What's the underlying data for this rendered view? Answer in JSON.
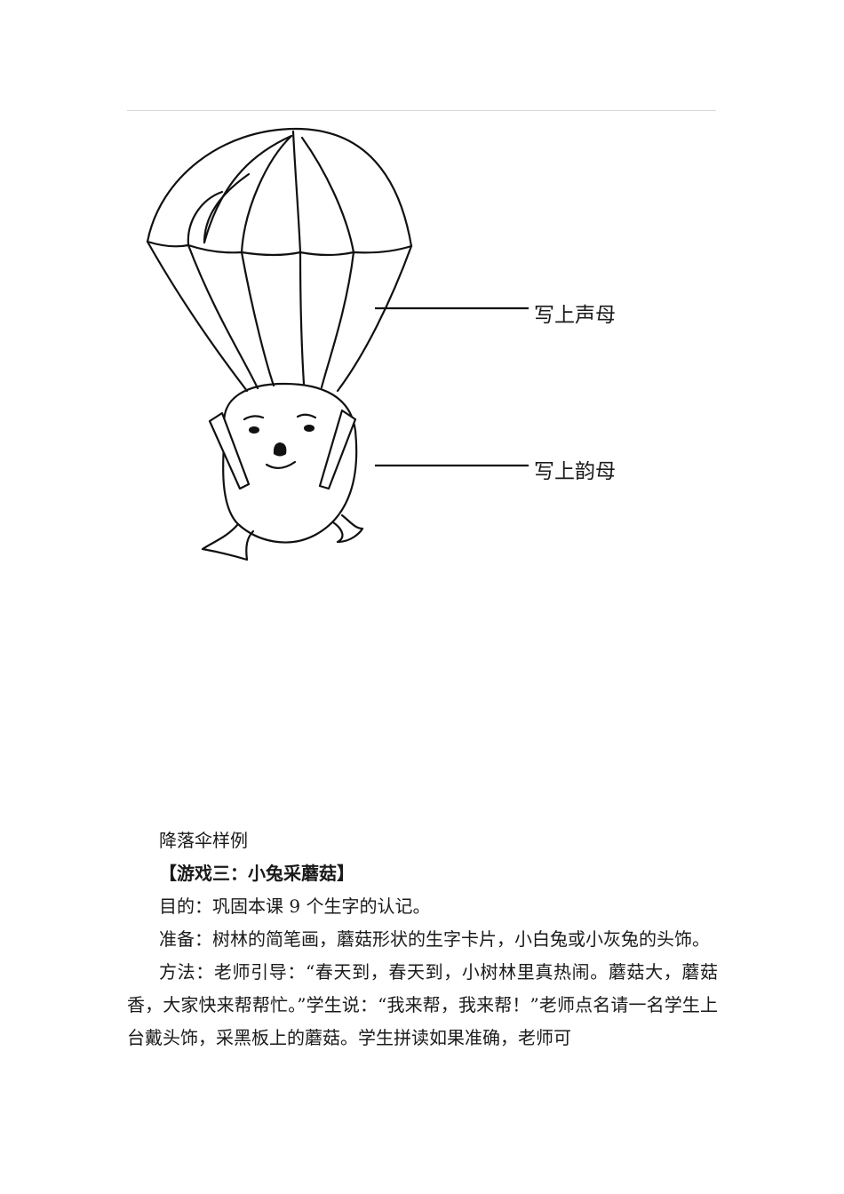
{
  "figure": {
    "callouts": {
      "upper": "写上声母",
      "lower": "写上韵母"
    }
  },
  "body": {
    "caption": "降落伞样例",
    "game_title": "【游戏三：小兔采蘑菇】",
    "purpose": "目的：巩固本课 9 个生字的认记。",
    "preparation": "准备：树林的简笔画，蘑菇形状的生字卡片，小白兔或小灰兔的头饰。",
    "method": "方法：老师引导：“春天到，春天到，小树林里真热闹。蘑菇大，蘑菇香，大家快来帮帮忙。”学生说：“我来帮，我来帮！”老师点名请一名学生上台戴头饰，采黑板上的蘑菇。学生拼读如果准确，老师可"
  }
}
